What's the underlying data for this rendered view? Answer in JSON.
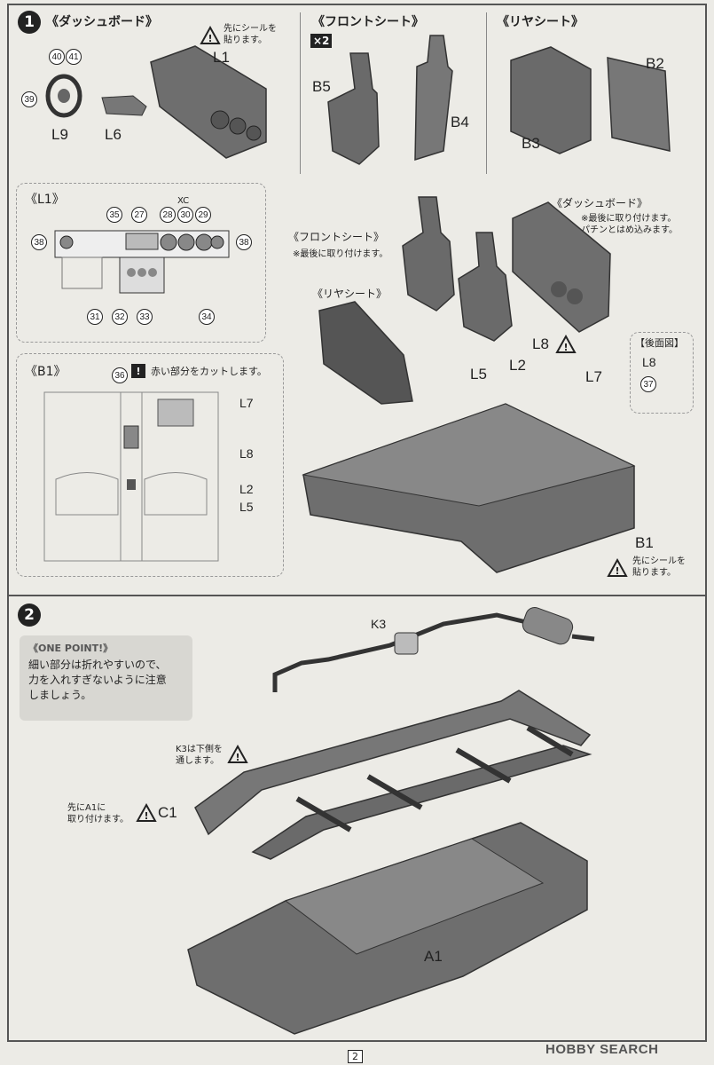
{
  "step1": {
    "number": "1",
    "dashboard_title": "《ダッシュボード》",
    "front_seat_title": "《フロントシート》",
    "rear_seat_title": "《リヤシート》",
    "sticker_note": "先にシールを\n貼ります。",
    "dash_labels": {
      "l1": "L1",
      "l9": "L9",
      "l6": "L6"
    },
    "dash_nums": [
      "40",
      "41",
      "39"
    ],
    "front_labels": {
      "x2": "×2",
      "b5": "B5",
      "b4": "B4"
    },
    "rear_labels": {
      "b2": "B2",
      "b3": "B3"
    },
    "l1_detail": {
      "title": "《L1》",
      "xc": "XC",
      "top_nums": [
        "35",
        "27",
        "28",
        "30",
        "29"
      ],
      "side_nums": [
        "38",
        "38"
      ],
      "bottom_nums": [
        "31",
        "32",
        "33",
        "34"
      ]
    },
    "b1_detail": {
      "title": "《B1》",
      "num": "36",
      "cut_note": "赤い部分をカットします。",
      "labels": [
        "L7",
        "L8",
        "L2",
        "L5"
      ]
    },
    "assembly": {
      "dash_title": "《ダッシュボード》",
      "dash_note": "※最後に取り付けます。\nパチンとはめ込みます。",
      "front_title": "《フロントシート》",
      "front_note": "※最後に取り付けます。",
      "rear_title": "《リヤシート》",
      "labels": {
        "l8": "L8",
        "l5": "L5",
        "l2": "L2",
        "l7": "L7",
        "b1": "B1"
      },
      "rear_view_title": "【後面図】",
      "rear_view_label": "L8",
      "rear_view_num": "37",
      "b1_note": "先にシールを\n貼ります。"
    }
  },
  "step2": {
    "number": "2",
    "one_point_title": "《ONE POINT!》",
    "one_point_body": "細い部分は折れやすいので、\n力を入れすぎないように注意\nしましょう。",
    "k3": "K3",
    "k3_note": "K3は下側を\n通します。",
    "c1_note": "先にA1に\n取り付けます。",
    "c1": "C1",
    "a1": "A1"
  },
  "footer": {
    "page": "2",
    "logo": "HOBBY SEARCH"
  }
}
